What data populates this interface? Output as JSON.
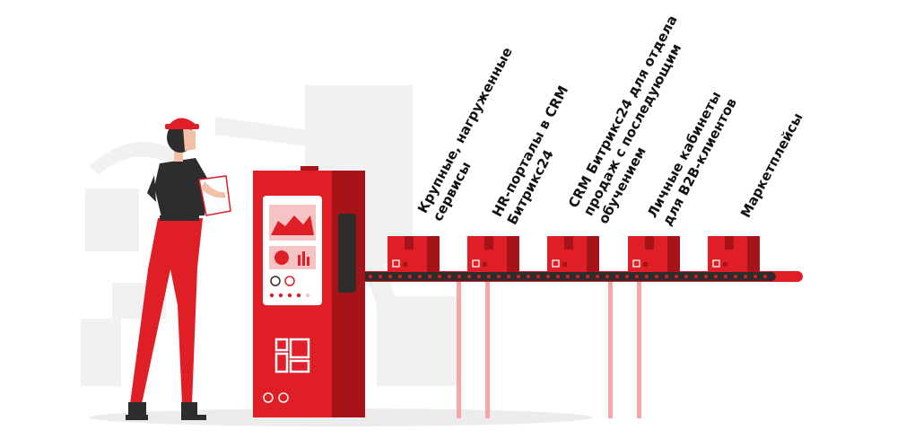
{
  "accent_color": "#e01e26",
  "dark_accent_color": "#a61419",
  "categories": [
    {
      "lines": [
        "Крупные, нагруженные",
        "сервисы"
      ]
    },
    {
      "lines": [
        "HR-порталы в CRM",
        "Битрикс24"
      ]
    },
    {
      "lines": [
        "CRM Битрикс24 для отдела",
        "продаж с последующим",
        "обучением"
      ]
    },
    {
      "lines": [
        "Личные кабинеты",
        "для B2B-клиентов"
      ]
    },
    {
      "lines": [
        "Маркетплейсы"
      ]
    }
  ]
}
